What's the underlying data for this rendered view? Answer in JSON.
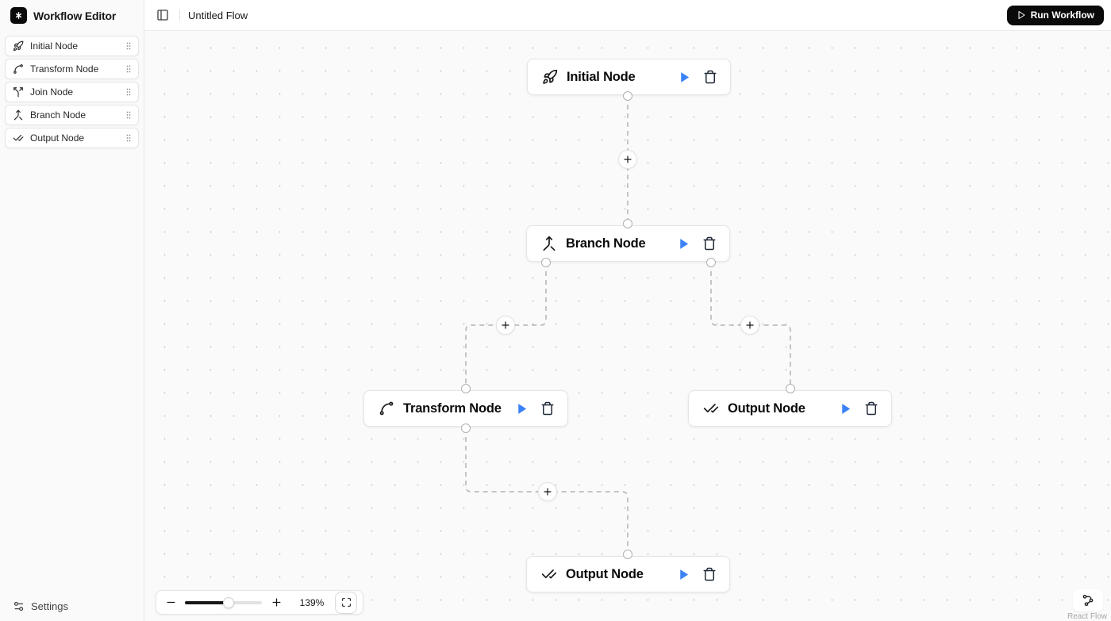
{
  "app": {
    "title": "Workflow Editor",
    "logo_icon": "asterisk-square-icon"
  },
  "topbar": {
    "panel_icon": "panel-left-icon",
    "flow_name": "Untitled Flow",
    "run_button": "Run Workflow",
    "run_icon": "play-icon"
  },
  "sidebar": {
    "items": [
      {
        "label": "Initial Node",
        "icon": "rocket-icon"
      },
      {
        "label": "Transform Node",
        "icon": "spline-icon"
      },
      {
        "label": "Join Node",
        "icon": "split-icon"
      },
      {
        "label": "Branch Node",
        "icon": "merge-icon"
      },
      {
        "label": "Output Node",
        "icon": "check-check-icon"
      }
    ],
    "drag_handle_icon": "grip-vertical-icon",
    "settings": "Settings",
    "settings_icon": "settings-sliders-icon"
  },
  "canvas": {
    "nodes": [
      {
        "label": "Initial Node",
        "icon": "rocket-icon",
        "actions": [
          "run",
          "delete"
        ]
      },
      {
        "label": "Branch Node",
        "icon": "merge-icon",
        "actions": [
          "run",
          "delete"
        ]
      },
      {
        "label": "Transform Node",
        "icon": "spline-icon",
        "actions": [
          "run",
          "delete"
        ]
      },
      {
        "label": "Output Node",
        "icon": "check-check-icon",
        "actions": [
          "run",
          "delete"
        ]
      },
      {
        "label": "Output Node",
        "icon": "check-check-icon",
        "actions": [
          "run",
          "delete"
        ]
      }
    ],
    "edges": [
      "Initial Node → Branch Node",
      "Branch Node → Transform Node",
      "Branch Node → Output Node (right)",
      "Transform Node → Output Node (bottom)"
    ],
    "edge_add_icon": "plus-icon",
    "edge_style": "dashed"
  },
  "controls": {
    "zoom_out_icon": "minus-icon",
    "zoom_in_icon": "plus-icon",
    "zoom_level": "139%",
    "zoom_slider_percent": 57,
    "fit_view_icon": "scan-icon"
  },
  "attribution": {
    "label": "React Flow",
    "logo_icon": "react-flow-logo-icon"
  },
  "colors": {
    "accent_blue": "#3b82f6",
    "button_black": "#0a0a0a",
    "edge_gray": "#b1b1b7",
    "canvas_bg": "#fafafa"
  }
}
